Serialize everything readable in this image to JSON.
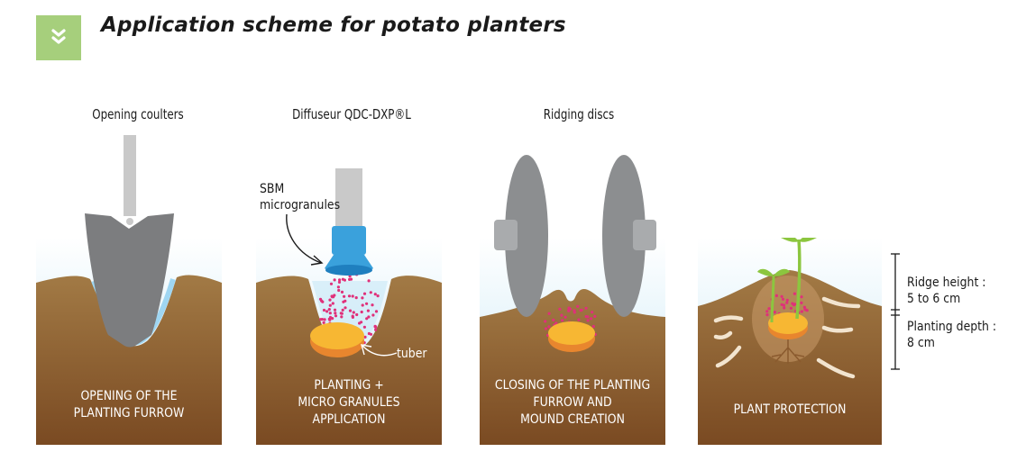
{
  "title": "Application scheme for potato planters",
  "logo_icon": "double-chevron-down-icon",
  "colors": {
    "logo_green": "#a6cf7c",
    "soil_top": "#a27a45",
    "soil_bottom": "#7a4a22",
    "sky": "#cfeaf7",
    "granules": "#e0307a",
    "diffuser_blue": "#3aa1dc",
    "tuber": "#f7b733",
    "disc_grey": "#8c8e90"
  },
  "stages": [
    {
      "label": "Opening coulters",
      "caption": [
        "OPENING OF THE",
        "PLANTING FURROW"
      ]
    },
    {
      "label": "Diffuseur QDC-DXP®L",
      "caption": [
        "PLANTING +",
        "MICRO GRANULES",
        "APPLICATION"
      ]
    },
    {
      "label": "Ridging discs",
      "caption": [
        "CLOSING OF THE PLANTING",
        "FURROW AND",
        "MOUND CREATION"
      ]
    },
    {
      "label": "",
      "caption": [
        "PLANT PROTECTION"
      ]
    }
  ],
  "annotations": {
    "sbm": [
      "SBM",
      "microgranules"
    ],
    "tuber": "tuber",
    "ridge_height": [
      "Ridge height :",
      "5 to 6 cm"
    ],
    "planting_depth": [
      "Planting depth :",
      "8 cm"
    ]
  }
}
